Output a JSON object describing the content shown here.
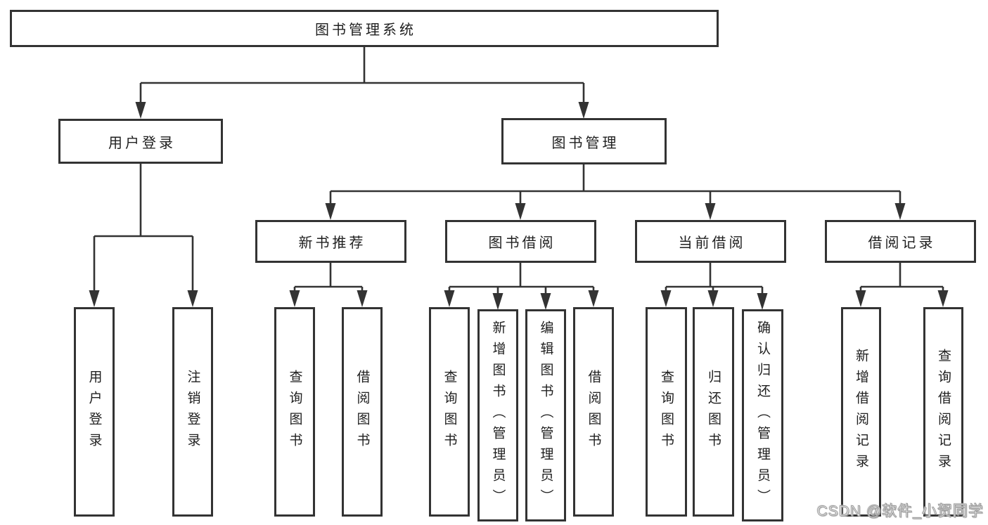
{
  "colors": {
    "line": "#333333",
    "text": "#1f1f1f",
    "background": "#ffffff",
    "watermark_fill": "#ffffff",
    "watermark_outline": "#9a9a9a"
  },
  "tree": {
    "root": {
      "label": "图书管理系统"
    },
    "level2": [
      {
        "label": "用户登录",
        "children": [
          {
            "label": "用户登录"
          },
          {
            "label": "注销登录"
          }
        ]
      },
      {
        "label": "图书管理",
        "sections": [
          {
            "label": "新书推荐",
            "children": [
              {
                "label": "查询图书"
              },
              {
                "label": "借阅图书"
              }
            ]
          },
          {
            "label": "图书借阅",
            "children": [
              {
                "label": "查询图书"
              },
              {
                "label": "新增图书（管理员）"
              },
              {
                "label": "编辑图书（管理员）"
              },
              {
                "label": "借阅图书"
              }
            ]
          },
          {
            "label": "当前借阅",
            "children": [
              {
                "label": "查询图书"
              },
              {
                "label": "归还图书"
              },
              {
                "label": "确认归还（管理员）"
              }
            ]
          },
          {
            "label": "借阅记录",
            "children": [
              {
                "label": "新增借阅记录"
              },
              {
                "label": "查询借阅记录"
              }
            ]
          }
        ]
      }
    ]
  },
  "watermark": {
    "text": "CSDN @软件_小贺同学"
  }
}
